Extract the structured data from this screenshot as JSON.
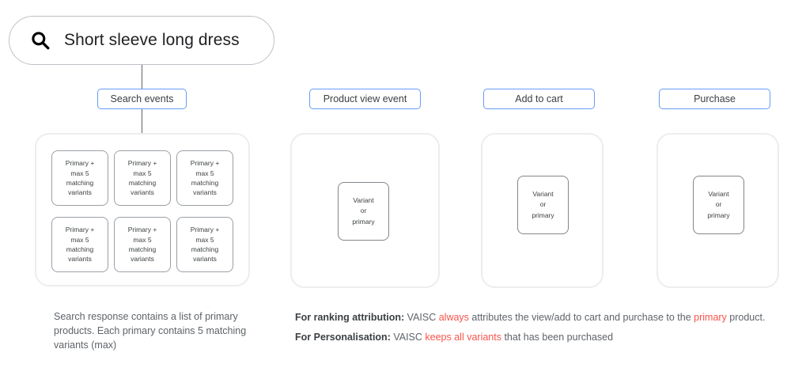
{
  "search": {
    "icon": "search-icon",
    "query": "Short sleeve long dress"
  },
  "events": {
    "search_label": "Search events",
    "product_view_label": "Product view event",
    "add_to_cart_label": "Add to cart",
    "purchase_label": "Purchase"
  },
  "search_panel": {
    "cards": [
      {
        "line1": "Primary +",
        "line2": "max 5",
        "line3": "matching",
        "line4": "variants"
      },
      {
        "line1": "Primary +",
        "line2": "max 5",
        "line3": "matching",
        "line4": "variants"
      },
      {
        "line1": "Primary +",
        "line2": "max 5",
        "line3": "matching",
        "line4": "variants"
      },
      {
        "line1": "Primary +",
        "line2": "max 5",
        "line3": "matching",
        "line4": "variants"
      },
      {
        "line1": "Primary +",
        "line2": "max 5",
        "line3": "matching",
        "line4": "variants"
      },
      {
        "line1": "Primary +",
        "line2": "max 5",
        "line3": "matching",
        "line4": "variants"
      }
    ]
  },
  "event_panels": {
    "variant_card": {
      "line1": "Variant",
      "line2": "or",
      "line3": "primary"
    }
  },
  "captions": {
    "left": "Search response contains a list of primary products. Each primary contains 5 matching variants (max)",
    "ranking": {
      "lead": "For ranking attribution:",
      "part1": " VAISC ",
      "highlight1": "always",
      "part2": " attributes the view/add to cart and purchase to the ",
      "highlight2": "primary",
      "part3": " product."
    },
    "personalisation": {
      "lead": "For Personalisation:",
      "part1": " VAISC ",
      "highlight1": "keeps all variants",
      "part2": " that has been purchased"
    }
  },
  "colors": {
    "chip_border": "#669df6",
    "highlight": "#f9544b",
    "panel_border": "#ebedef",
    "card_border": "#9aa0a6",
    "text": "#3c4043",
    "muted_text": "#5f6368"
  }
}
